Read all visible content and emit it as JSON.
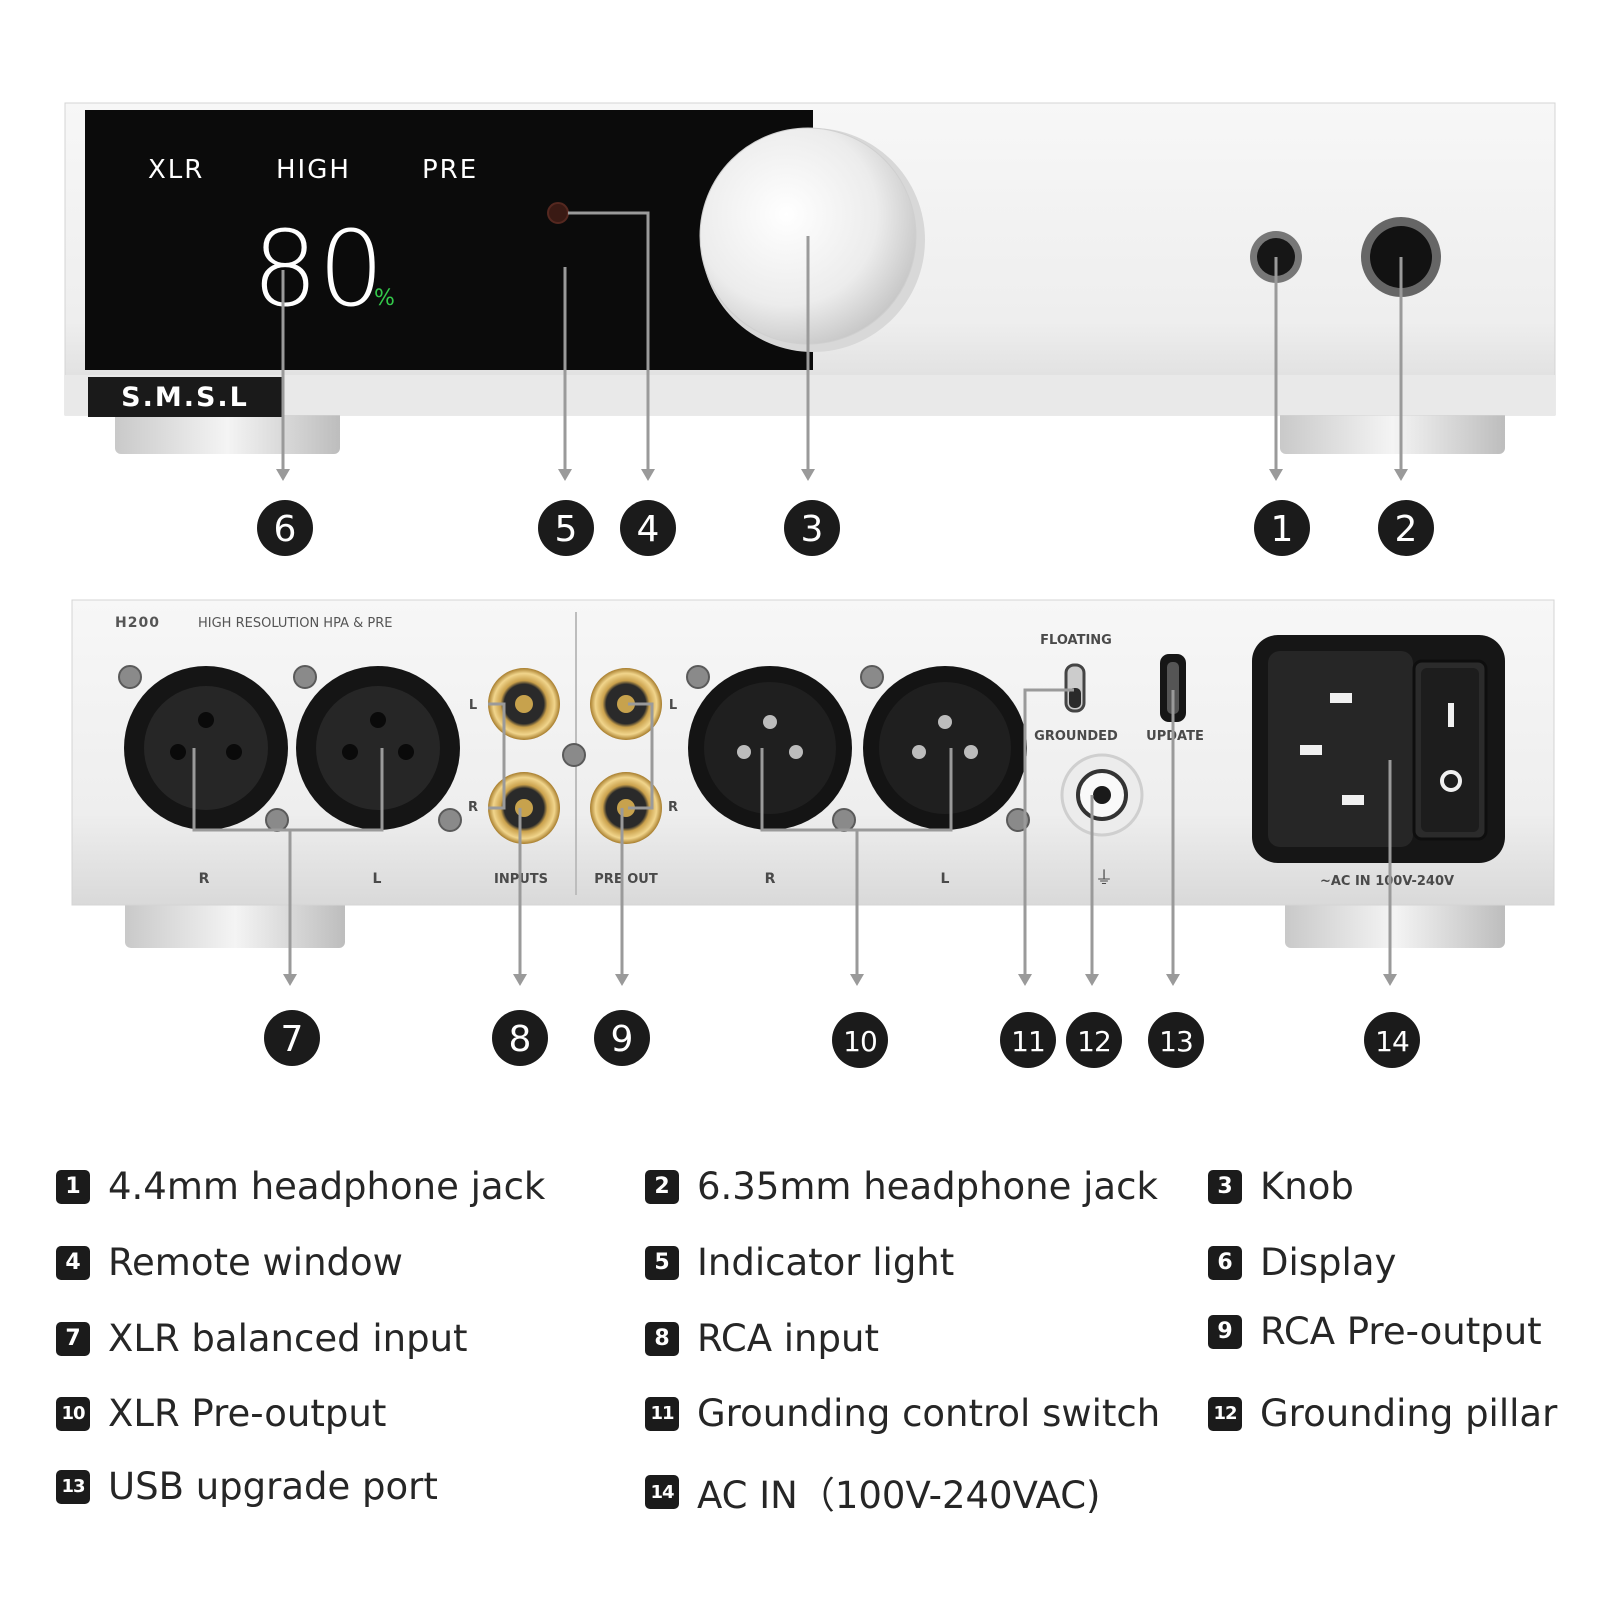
{
  "front_panel": {
    "display": {
      "indicator_xlr": "XLR",
      "indicator_gain": "HIGH",
      "indicator_mode": "PRE",
      "volume_value": "80",
      "volume_unit": "%",
      "colors": {
        "screen": "#0b0b0b",
        "text": "#ffffff",
        "unit": "#33c94a"
      }
    },
    "logo": "S.M.S.L"
  },
  "rear_panel": {
    "model_mark": "H200",
    "model_tagline": "HIGH RESOLUTION HPA & PRE",
    "labels": {
      "xlr_in_right": "R",
      "xlr_in_left": "L",
      "rca_left": "L",
      "rca_right": "R",
      "inputs": "INPUTS",
      "preout_left": "L",
      "preout_right": "R",
      "pre_out": "PRE OUT",
      "xlr_out_right": "R",
      "xlr_out_left": "L",
      "floating": "FLOATING",
      "grounded": "GROUNDED",
      "update": "UPDATE",
      "ground_symbol": "⏚",
      "ac_in": "~AC IN 100V-240V"
    }
  },
  "callouts": [
    "1",
    "2",
    "3",
    "4",
    "5",
    "6",
    "7",
    "8",
    "9",
    "10",
    "11",
    "12",
    "13",
    "14"
  ],
  "legend": [
    {
      "num": "1",
      "text": "4.4mm headphone jack"
    },
    {
      "num": "2",
      "text": "6.35mm headphone jack"
    },
    {
      "num": "3",
      "text": "Knob"
    },
    {
      "num": "4",
      "text": "Remote window"
    },
    {
      "num": "5",
      "text": "Indicator light"
    },
    {
      "num": "6",
      "text": "Display"
    },
    {
      "num": "7",
      "text": "XLR balanced input"
    },
    {
      "num": "8",
      "text": "RCA input"
    },
    {
      "num": "9",
      "text": "RCA Pre-output"
    },
    {
      "num": "10",
      "text": "XLR Pre-output"
    },
    {
      "num": "11",
      "text": "Grounding control switch"
    },
    {
      "num": "12",
      "text": "Grounding pillar"
    },
    {
      "num": "13",
      "text": "USB upgrade port"
    },
    {
      "num": "14",
      "text": "AC IN（100V-240VAC)"
    }
  ]
}
